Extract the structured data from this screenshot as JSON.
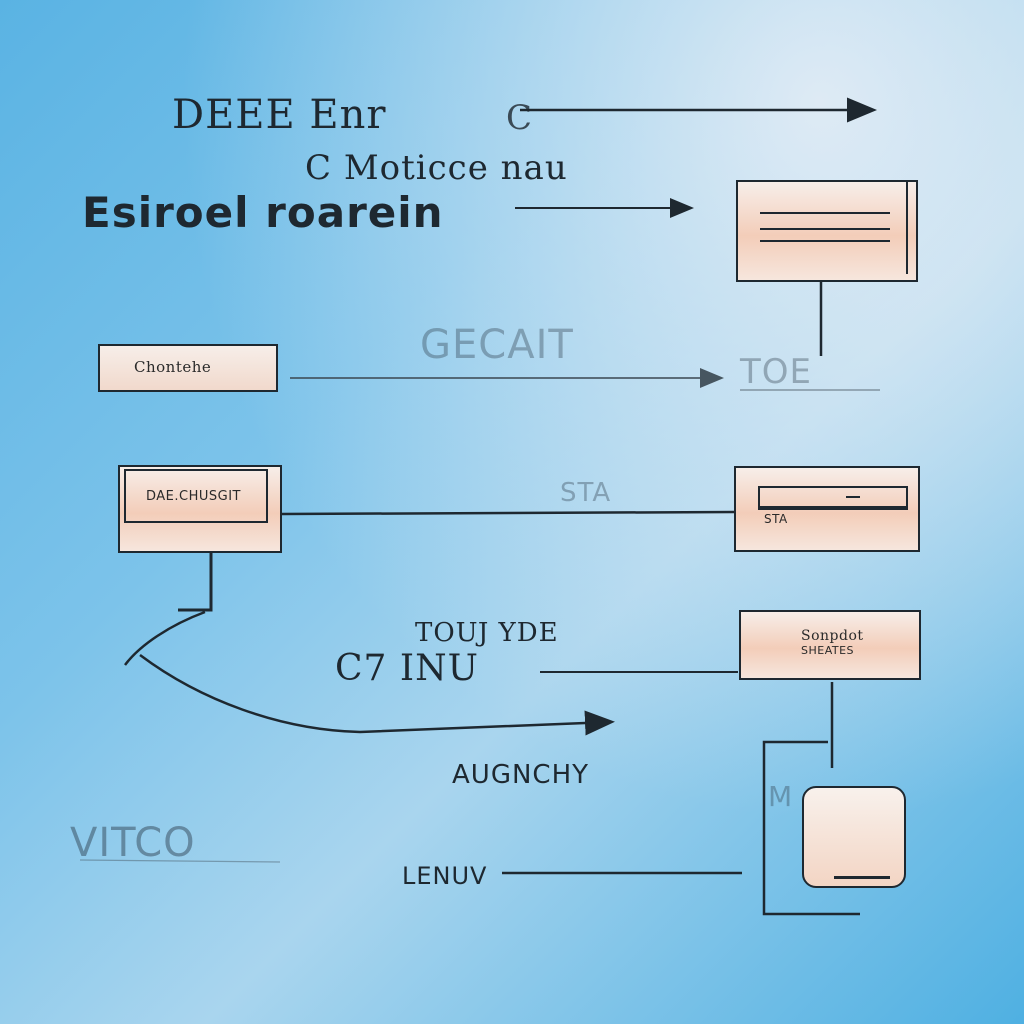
{
  "labels": {
    "top_left": "DEEE Enr",
    "top_paren": "C",
    "sub_title": "C Moticce nau",
    "main_left": "Esiroel roarein",
    "faded_mid": "GECAIT",
    "faded_right_1": "TOE",
    "faded_right_2": "STA",
    "node_left_1": "Chontehe",
    "node_left_2": "DAE.CHUSGIT",
    "node_right_3": "STA",
    "node_right_4_line1": "Sonpdot",
    "node_right_4_line2": "SHEATES",
    "mid_label_1": "TOUJ YDE",
    "mid_label_2": "C7 INU",
    "mid_label_3": "AUGNCHY",
    "faded_bottom_left": "VITCO",
    "bottom_label": "LENUV"
  },
  "colors": {
    "ink": "#1e2830",
    "box_fill": "#f3cdb9",
    "background": "#5ab3e3"
  }
}
